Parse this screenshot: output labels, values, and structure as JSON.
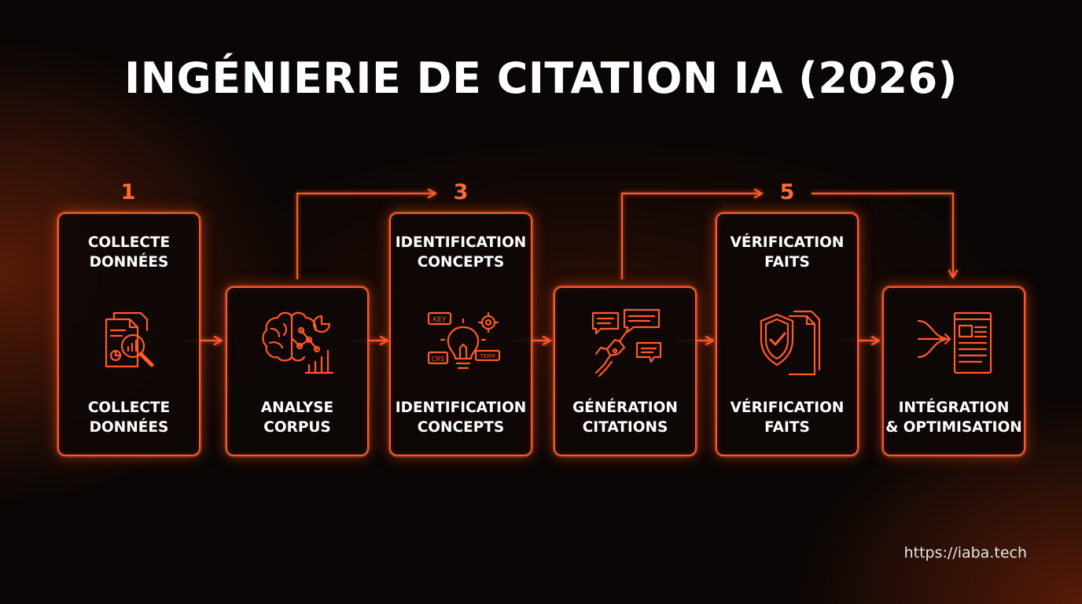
{
  "title": "INGÉNIERIE DE CITATION IA (2026)",
  "step_numbers": [
    "1",
    "3",
    "5"
  ],
  "steps": [
    {
      "top_label": "COLLECTE\nDONNÉES",
      "bottom_label": "COLLECTE\nDONNÉES",
      "icon": "document-search-icon"
    },
    {
      "bottom_label": "ANALYSE\nCORPUS",
      "icon": "brain-network-icon"
    },
    {
      "top_label": "IDENTIFICATION\nCONCEPTS",
      "bottom_label": "IDENTIFICATION\nCONCEPTS",
      "icon": "lightbulb-key-icon",
      "icon_tags": [
        "KEY",
        "CRS",
        "TERM"
      ]
    },
    {
      "bottom_label": "GÉNÉRATION\nCITATIONS",
      "icon": "robot-hand-chat-icon"
    },
    {
      "top_label": "VÉRIFICATION\nFAITS",
      "bottom_label": "VÉRIFICATION\nFAITS",
      "icon": "shield-check-icon"
    },
    {
      "bottom_label": "INTÉGRATION\n& OPTIMISATION",
      "icon": "merge-document-icon"
    }
  ],
  "footer": {
    "url": "https://iaba.tech"
  },
  "colors": {
    "accent": "#ff5a2c",
    "number": "#ff6a3d",
    "text": "#ffffff",
    "background": "#0a0605"
  }
}
